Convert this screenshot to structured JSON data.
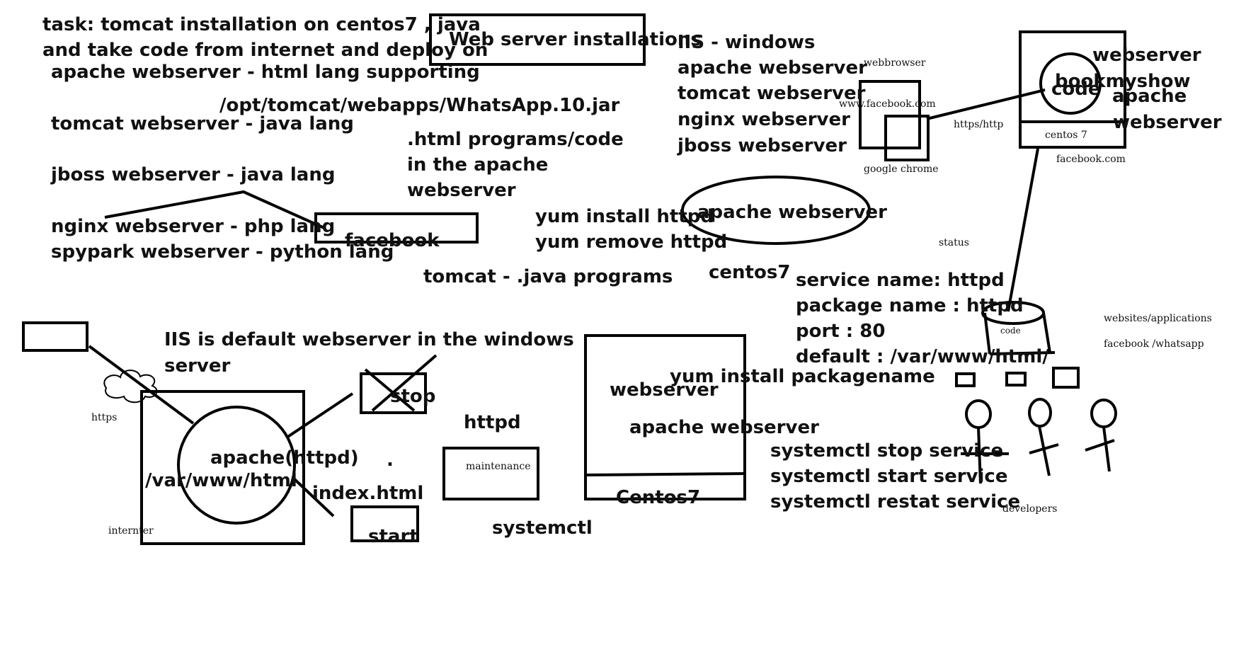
{
  "task_line1": "task: tomcat installation on centos7 , java",
  "task_line2": "and take code from internet and deploy on",
  "title_box": "Web server installations",
  "list": {
    "apache": "apache webserver - html lang supporting",
    "tomcat": "tomcat webserver - java lang",
    "jboss": "jboss webserver - java lang",
    "nginx": "nginx webserver - php lang",
    "spypark": "spypark webserver - python lang"
  },
  "jar_path": "/opt/tomcat/webapps/WhatsApp.10.jar",
  "html_programs": [
    ".html programs/code",
    "in the apache",
    "webserver"
  ],
  "facebook_box": "facebook",
  "yum_install": "yum install httpd",
  "yum_remove": "yum  remove httpd",
  "tomcat_java": "tomcat - .java programs",
  "apache_ellipse": "apache webserver",
  "centos7_label": "centos7",
  "servers_list": [
    "IIS - windows",
    "apache  webserver",
    "tomcat webserver",
    "nginx webserver",
    "jboss webserver"
  ],
  "browser": {
    "webbrowser": "webbrowser",
    "url": "www.facebook.com",
    "google_chrome": "google chrome",
    "protocol": "https/http"
  },
  "server_box": {
    "webserver": "webserver",
    "bookmyshow": "bookmyshow",
    "code": "code",
    "apache": "apache",
    "webserver2": "webserver",
    "centos": "centos 7",
    "facebook": "facebook.com"
  },
  "status": "status",
  "service_info": [
    "service name: httpd",
    "package name : httpd",
    "port : 80",
    "default : /var/www/html/"
  ],
  "yum_packagename": "yum install packagename",
  "code_db": "code",
  "websites_apps": "websites/applications",
  "facebook_whatsapp": "facebook /whatsapp",
  "developers": "developers",
  "iis_default": [
    "IIS is default webserver in the windows",
    "server"
  ],
  "left_diagram": {
    "https": "https",
    "internet": "internter",
    "apache_httpd": "apache(httpd)",
    "var_www": "/var/www/html",
    "index": "index.html",
    "stop": "stop",
    "start": "start"
  },
  "httpd": "httpd",
  "maintenance": "maintenance",
  "systemctl": "systemctl",
  "mid_box": {
    "webserver": "webserver",
    "apache": "apache webserver",
    "centos": "Centos7"
  },
  "systemctl_cmds": [
    "systemctl stop service",
    "systemctl start service",
    "systemctl restat service"
  ],
  "dot": "."
}
